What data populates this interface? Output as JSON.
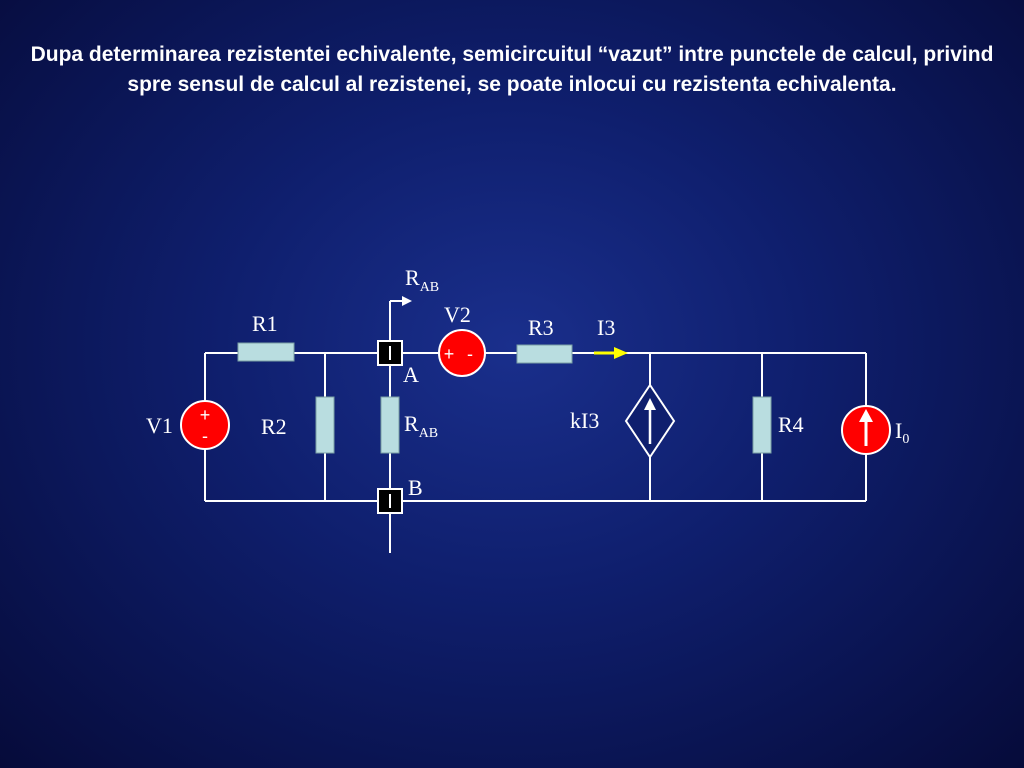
{
  "slide": {
    "title": "Dupa determinarea rezistentei echivalente, semicircuitul “vazut” intre punctele de calcul, privind spre sensul de calcul al rezistenei, se poate inlocui cu rezistenta echivalenta."
  },
  "circuit": {
    "labels": {
      "r1": "R1",
      "r2": "R2",
      "r3": "R3",
      "r4": "R4",
      "v1": "V1",
      "v2": "V2",
      "i3": "I3",
      "ki3": "kI3",
      "i0_main": "I",
      "i0_sub": "0",
      "rab_top_main": "R",
      "rab_top_sub": "AB",
      "rab_mid_main": "R",
      "rab_mid_sub": "AB",
      "node_a": "A",
      "node_b": "B",
      "v1_plus": "+",
      "v1_minus": "-",
      "v2_plus": "+",
      "v2_minus": "-"
    },
    "colors": {
      "wire": "#ffffff",
      "resistor_fill": "#b9dde0",
      "source_fill": "#ff0000",
      "arrow_current": "#ffff00",
      "node_terminal": "#000000"
    }
  }
}
